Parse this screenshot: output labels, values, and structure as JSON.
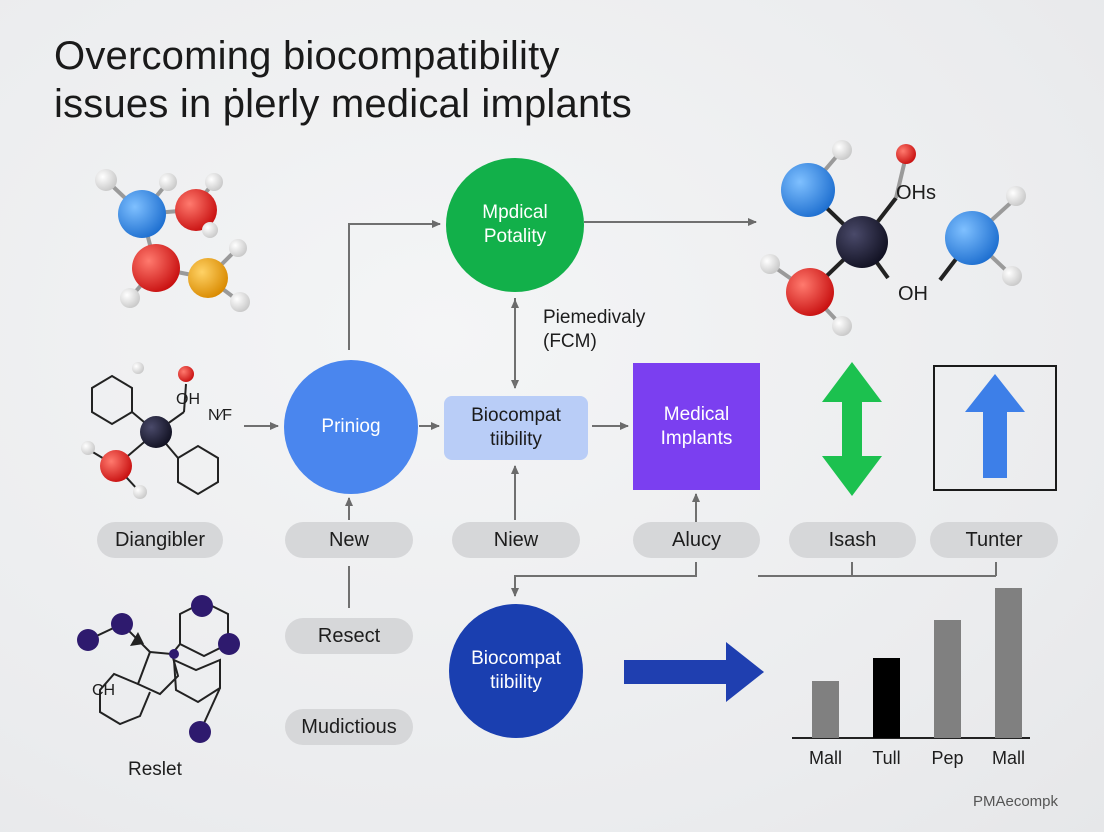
{
  "title": {
    "line1": "Overcoming biocompatibility",
    "line2": "issues in ṗlerly medical implants"
  },
  "nodes": {
    "medical_potality": "Mpdical Potality",
    "priniog": "Priniog",
    "biocompat_box": "Biocompat tiibility",
    "medical_implants": "Medical Implants",
    "biocompat_circle": "Biocompat tiibility"
  },
  "edge_label": "Piemedivaly (FCM)",
  "molecule_labels": {
    "oh_top": "OH",
    "naf": "N⁄F",
    "ohs": "OHs",
    "oh_bottom": "OH",
    "ch": "CH"
  },
  "pills": {
    "diangibler": "Diangibler",
    "new": "New",
    "niew": "Niew",
    "alucy": "Alucy",
    "isash": "Isash",
    "tunter": "Tunter",
    "resect": "Resect",
    "mudictious": "Mudictious"
  },
  "reslet": "Reslet",
  "chart_data": {
    "type": "bar",
    "categories": [
      "Mall",
      "Tull",
      "Pep",
      "Mall"
    ],
    "values": [
      57,
      80,
      118,
      150
    ],
    "colors": [
      "#808080",
      "#000000",
      "#808080",
      "#808080"
    ],
    "ylim": [
      0,
      160
    ]
  },
  "watermark": "PMAecompk",
  "colors": {
    "green": "#12b04a",
    "blue": "#4a86ee",
    "light_blue": "#b9cdf7",
    "purple": "#7b3ff0",
    "navy": "#1a3fb0",
    "arrow_green": "#1cc14f",
    "arrow_blue": "#3d7fe8"
  }
}
